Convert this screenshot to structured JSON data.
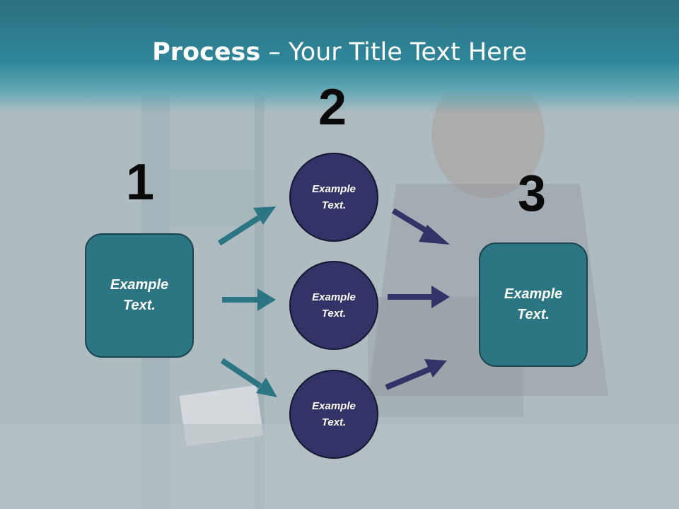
{
  "title": {
    "bold": "Process",
    "rest": " – Your Title Text Here"
  },
  "steps": {
    "one": "1",
    "two": "2",
    "three": "3"
  },
  "left_box": {
    "text": "Example Text."
  },
  "right_box": {
    "text": "Example Text."
  },
  "circles": [
    {
      "text": "Example Text."
    },
    {
      "text": "Example Text."
    },
    {
      "text": "Example Text."
    }
  ],
  "colors": {
    "header": "#2f8799",
    "box_fill": "#2c7583",
    "circle_fill": "#323467",
    "teal_arrow": "#2c7583",
    "navy_arrow": "#323467"
  }
}
